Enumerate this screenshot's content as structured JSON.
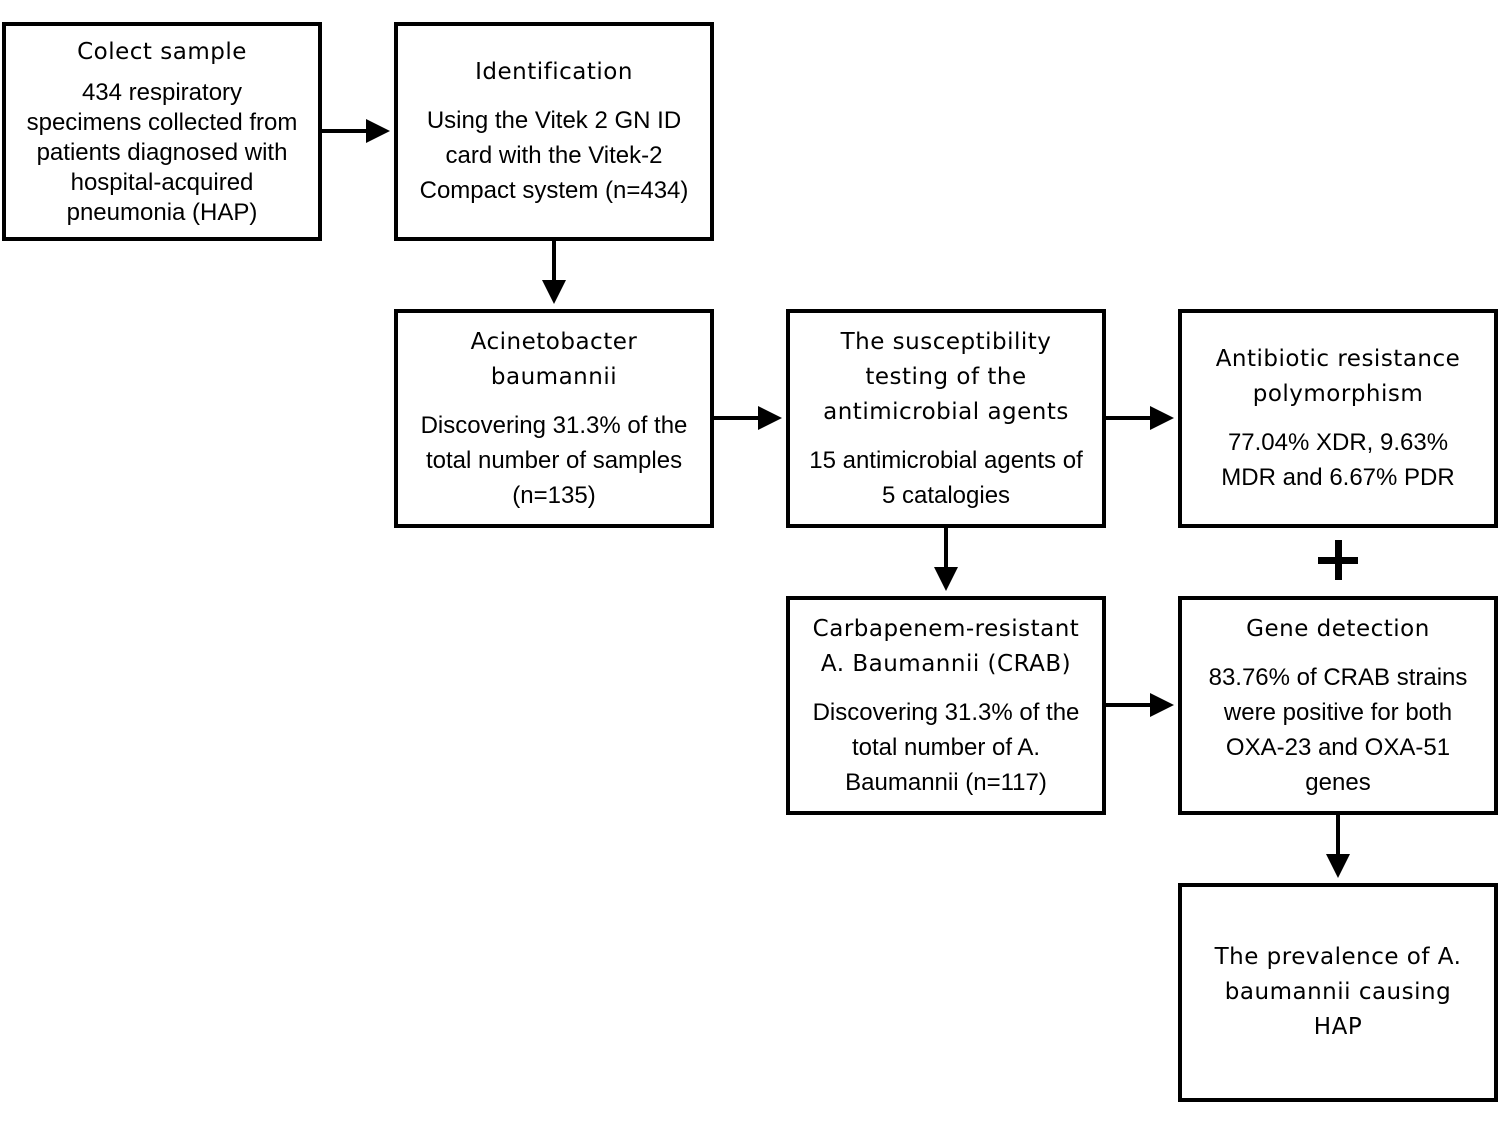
{
  "boxes": {
    "collect": {
      "title": "Colect sample",
      "lines": [
        "434 respiratory",
        "specimens collected from",
        "patients diagnosed with",
        "hospital-acquired",
        "pneumonia (HAP)"
      ]
    },
    "identification": {
      "title": "Identification",
      "lines": [
        "Using the Vitek 2 GN ID",
        "card with the Vitek-2",
        "Compact system (n=434)"
      ]
    },
    "acinetobacter": {
      "title_lines": [
        "Acinetobacter",
        "baumannii"
      ],
      "lines": [
        "Discovering 31.3% of the",
        "total number of samples",
        "(n=135)"
      ]
    },
    "susceptibility": {
      "title_lines": [
        "The susceptibility",
        "testing of the",
        "antimicrobial agents"
      ],
      "lines": [
        "15 antimicrobial agents of",
        "5 catalogies"
      ]
    },
    "resistance": {
      "title_lines": [
        "Antibiotic resistance",
        "polymorphism"
      ],
      "lines": [
        "77.04% XDR, 9.63%",
        "MDR and 6.67% PDR"
      ]
    },
    "crab": {
      "title_lines": [
        "Carbapenem-resistant",
        "A. Baumannii (CRAB)"
      ],
      "lines": [
        "Discovering 31.3% of the",
        "total number of A.",
        "Baumannii (n=117)"
      ]
    },
    "gene": {
      "title": "Gene detection",
      "lines": [
        "83.76% of CRAB strains",
        "were positive for both",
        "OXA-23 and OXA-51",
        "genes"
      ]
    },
    "prevalence": {
      "title_lines": [
        "The prevalence of A.",
        "baumannii causing",
        "HAP"
      ]
    }
  },
  "plus_symbol": "+"
}
